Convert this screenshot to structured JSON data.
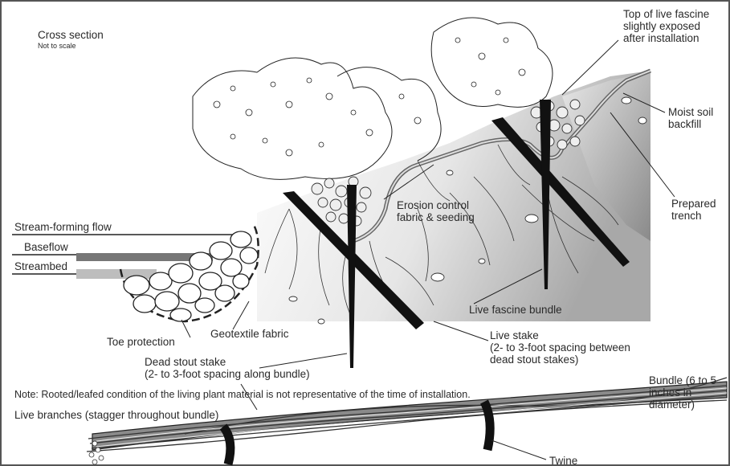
{
  "header": {
    "title": "Cross section",
    "subtitle": "Not to scale"
  },
  "labels": {
    "top_fascine": [
      "Top of live fascine",
      "slightly exposed",
      "after installation"
    ],
    "moist_soil": [
      "Moist soil",
      "backfill"
    ],
    "prepared_trench": [
      "Prepared",
      "trench"
    ],
    "stream_forming_flow": "Stream-forming flow",
    "baseflow": "Baseflow",
    "streambed": "Streambed",
    "erosion_control": [
      "Erosion control",
      "fabric & seeding"
    ],
    "live_fascine_bundle": "Live fascine bundle",
    "toe_protection": "Toe protection",
    "geotextile_fabric": "Geotextile fabric",
    "live_stake": [
      "Live stake",
      "(2- to 3-foot spacing between",
      "dead stout stakes)"
    ],
    "dead_stout_stake": [
      "Dead stout stake",
      "(2- to 3-foot spacing along bundle)"
    ],
    "note": "Note:  Rooted/leafed condition of the living plant material is not representative of the time of installation.",
    "bundle": [
      "Bundle (6 to 5",
      "inches in",
      "diameter)"
    ],
    "live_branches": "Live branches (stagger throughout bundle)",
    "twine": "Twine"
  },
  "colors": {
    "ink": "#1a1a1a",
    "soil_light": "#f4f4f4",
    "soil_dark": "#9a9a9a",
    "water": "#8c8c8c"
  }
}
